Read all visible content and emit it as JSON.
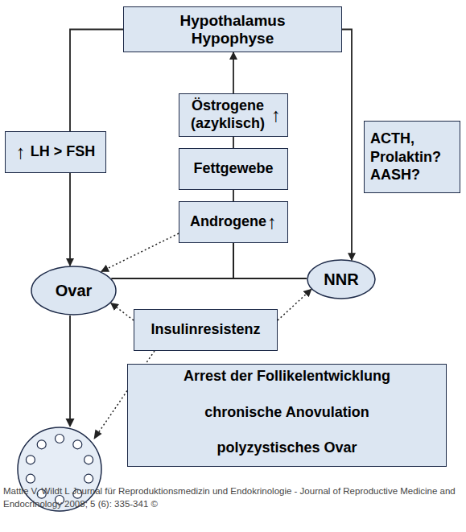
{
  "diagram": {
    "caption": "Mattle V, Wildt L Journal für Reproduktionsmedizin und Endokrinologie - Journal of Reproductive Medicine and Endocrinology 2008; 5 (6): 335-341 ©",
    "nodes": [
      {
        "text": [
          "Hypothalamus Hypophyse"
        ]
      },
      {
        "text": [
          "Östrogene (azyklisch)",
          "↑"
        ]
      },
      {
        "text": [
          "↑",
          "LH > FSH"
        ]
      },
      {
        "text": [
          "ACTH, Prolaktin? AASH?"
        ]
      },
      {
        "text": [
          "Fettgewebe"
        ]
      },
      {
        "text": [
          "Androgene",
          "↑"
        ]
      },
      {
        "text": [
          "Ovar"
        ]
      },
      {
        "text": [
          "NNR"
        ]
      },
      {
        "text": [
          "Insulinresistenz"
        ]
      },
      {
        "text": [
          "Arrest der Follikelentwicklung",
          "chronische Anovulation",
          "polyzystisches Ovar"
        ]
      }
    ],
    "edges": [
      {
        "from": 0,
        "to": 2,
        "arrow": "none"
      },
      {
        "from": 2,
        "to": 6,
        "arrow": "to"
      },
      {
        "from": 0,
        "to": 7,
        "arrow": "to"
      },
      {
        "from": 1,
        "to": 0,
        "arrow": "to"
      },
      {
        "from": 4,
        "to": 1,
        "arrow": "none"
      },
      {
        "from": 5,
        "to": 4,
        "arrow": "none"
      },
      {
        "from": 5,
        "to": 6,
        "arrow": "to"
      },
      {
        "from": 6,
        "to": 5,
        "arrow": "none"
      },
      {
        "from": 7,
        "to": 5,
        "arrow": "none"
      },
      {
        "from": 8,
        "to": 6,
        "arrow": "to"
      },
      {
        "from": 8,
        "to": 7,
        "arrow": "to"
      }
    ]
  }
}
